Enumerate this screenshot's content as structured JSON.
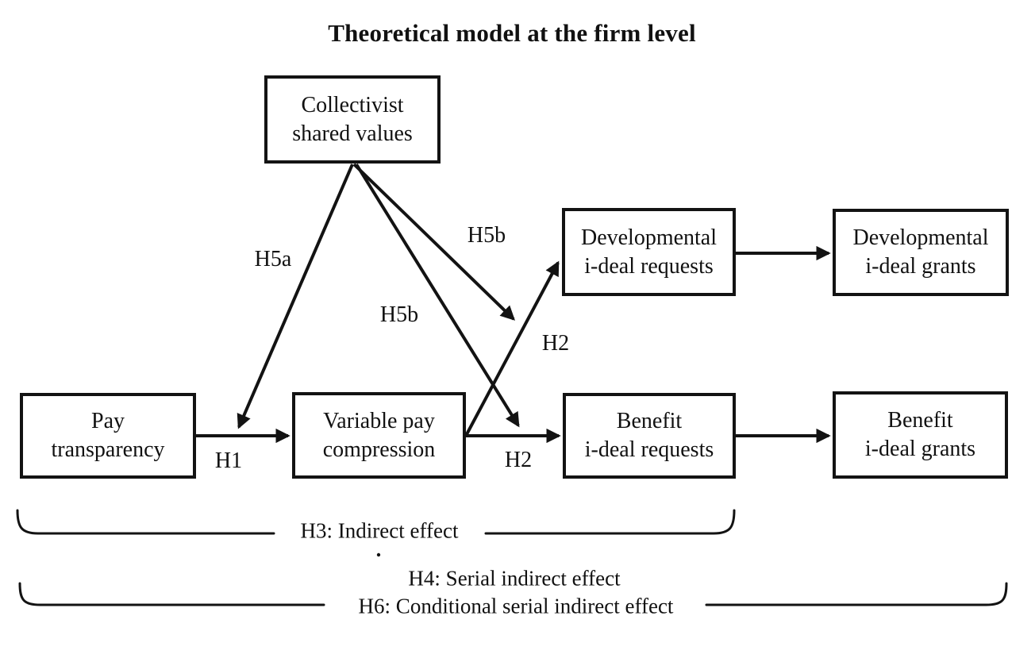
{
  "title": "Theoretical model at the firm level",
  "nodes": {
    "collectivist_shared_values": {
      "lines": [
        "Collectivist",
        "shared values"
      ]
    },
    "pay_transparency": {
      "lines": [
        "Pay",
        "transparency"
      ]
    },
    "variable_pay_compression": {
      "lines": [
        "Variable pay",
        "compression"
      ]
    },
    "developmental_ideal_requests": {
      "lines": [
        "Developmental",
        "i-deal requests"
      ]
    },
    "developmental_ideal_grants": {
      "lines": [
        "Developmental",
        "i-deal grants"
      ]
    },
    "benefit_ideal_requests": {
      "lines": [
        "Benefit",
        "i-deal requests"
      ]
    },
    "benefit_ideal_grants": {
      "lines": [
        "Benefit",
        "i-deal grants"
      ]
    }
  },
  "edges": [
    {
      "id": "h1",
      "label": "H1",
      "from": "pay_transparency",
      "to": "variable_pay_compression"
    },
    {
      "id": "h2_developmental",
      "label": "H2",
      "from": "variable_pay_compression",
      "to": "developmental_ideal_requests"
    },
    {
      "id": "h2_benefit",
      "label": "H2",
      "from": "variable_pay_compression",
      "to": "benefit_ideal_requests"
    },
    {
      "id": "developmental_requests_to_grants",
      "label": "",
      "from": "developmental_ideal_requests",
      "to": "developmental_ideal_grants"
    },
    {
      "id": "benefit_requests_to_grants",
      "label": "",
      "from": "benefit_ideal_requests",
      "to": "benefit_ideal_grants"
    },
    {
      "id": "h5a",
      "label": "H5a",
      "from": "collectivist_shared_values",
      "to_path": "h1"
    },
    {
      "id": "h5b_developmental",
      "label": "H5b",
      "from": "collectivist_shared_values",
      "to_path": "h2_developmental"
    },
    {
      "id": "h5b_benefit",
      "label": "H5b",
      "from": "collectivist_shared_values",
      "to_path": "h2_benefit"
    }
  ],
  "effects": {
    "h3": "H3: Indirect effect",
    "h4": "H4: Serial indirect effect",
    "h6": "H6: Conditional serial indirect effect"
  },
  "stray_mark": ".",
  "colors": {
    "ink": "#131313",
    "background": "#ffffff"
  }
}
